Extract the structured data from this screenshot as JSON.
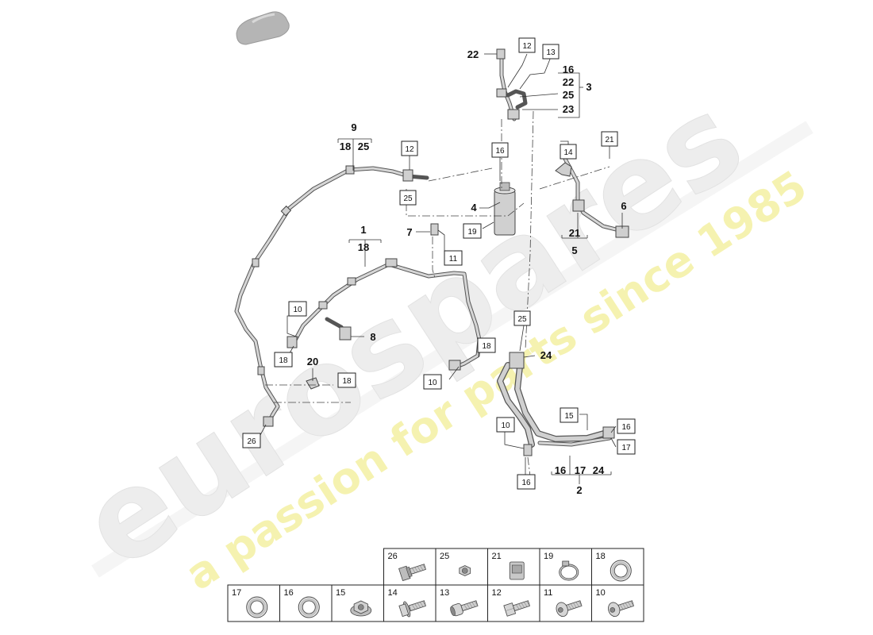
{
  "watermark": {
    "brand": "eurospares",
    "tagline": "a passion for parts since 1985",
    "brand_color": "#e8e8e8",
    "tagline_color": "#f3f1a8"
  },
  "callouts": {
    "c12a": "12",
    "c13": "13",
    "c12b": "12",
    "c16a": "16",
    "c14": "14",
    "c21": "21",
    "c25a": "25",
    "c19": "19",
    "c11": "11",
    "c10a": "10",
    "c18a": "18",
    "c18b": "18",
    "c25b": "25",
    "c18c": "18",
    "c10b": "10",
    "c26": "26",
    "c15": "15",
    "c16b": "16",
    "c10c": "10",
    "c17": "17",
    "c16c": "16"
  },
  "labels": {
    "l22": "22",
    "g3_16": "16",
    "g3_22": "22",
    "g3_25": "25",
    "g3_23": "23",
    "g3_3": "3",
    "g9": "9",
    "g9_18": "18",
    "g9_25": "25",
    "l4": "4",
    "l7": "7",
    "g1": "1",
    "g1_18": "18",
    "l6": "6",
    "g5_21": "21",
    "g5": "5",
    "l8": "8",
    "l20": "20",
    "l24": "24",
    "g2_16": "16",
    "g2_17": "17",
    "g2_24": "24",
    "g2": "2"
  },
  "legend": {
    "row1": [
      "26",
      "25",
      "21",
      "19",
      "18"
    ],
    "row2": [
      "17",
      "16",
      "15",
      "14",
      "13",
      "12",
      "11",
      "10"
    ],
    "icons_row1": [
      "bolt-collar-icon",
      "hex-nut-icon",
      "clip-nut-icon",
      "hose-clamp-icon",
      "o-ring-icon"
    ],
    "icons_row2": [
      "o-ring-icon",
      "o-ring-icon",
      "flange-nut-icon",
      "flange-bolt-icon",
      "socket-bolt-icon",
      "hex-bolt-icon",
      "torx-bolt-icon",
      "torx-bolt-icon"
    ]
  }
}
